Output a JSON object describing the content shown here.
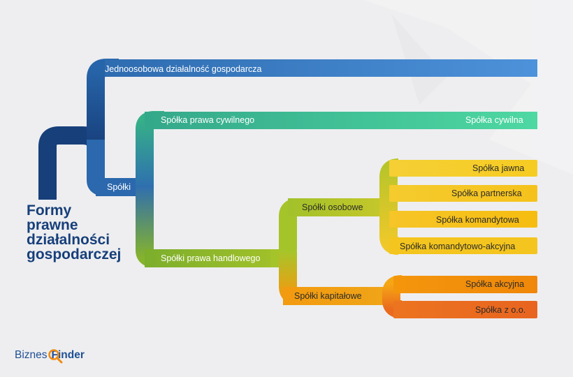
{
  "diagram": {
    "title_lines": [
      "Formy",
      "prawne",
      "działalności",
      "gospodarczej"
    ],
    "nodes": {
      "jednoosobowa": "Jednoosobowa działalność gospodarcza",
      "spolki": "Spółki",
      "prawa_cywilnego": "Spółka prawa cywilnego",
      "spolka_cywilna": "Spółka cywilna",
      "prawa_handlowego": "Spółki prawa handlowego",
      "osobowe": "Spółki osobowe",
      "kapitalowe": "Spółki kapitałowe",
      "jawna": "Spółka jawna",
      "partnerska": "Spółka partnerska",
      "komandytowa": "Spółka komandytowa",
      "komandytowo_akcyjna": "Spółka komandytowo-akcyjna",
      "akcyjna": "Spółka akcyjna",
      "zoo": "Spółka z o.o."
    },
    "colors": {
      "navy": "#173f7a",
      "blue": "#2f6fb3",
      "light_blue": "#4b8fd6",
      "green": "#39b98a",
      "mint": "#4dd6a0",
      "olive": "#86b32c",
      "yellow": "#f4cc2b",
      "orange": "#f0920e",
      "dark_orange": "#e8641f"
    }
  },
  "brand": {
    "part1": "Biznes",
    "part2": "Finder"
  }
}
